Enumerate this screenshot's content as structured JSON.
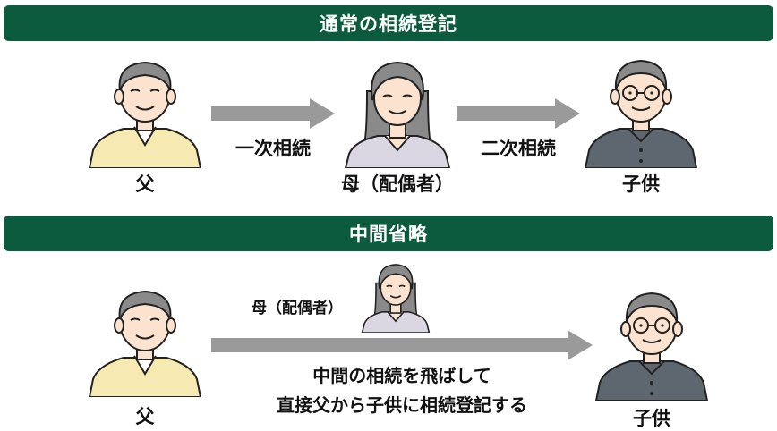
{
  "section1": {
    "title": "通常の相続登記",
    "father_label": "父",
    "mother_label": "母（配偶者）",
    "child_label": "子供",
    "arrow1_label": "一次相続",
    "arrow2_label": "二次相続"
  },
  "section2": {
    "title": "中間省略",
    "father_label": "父",
    "mother_label": "母（配偶者）",
    "child_label": "子供",
    "description_line1": "中間の相続を飛ばして",
    "description_line2": "直接父から子供に相続登記する"
  },
  "colors": {
    "banner": "#0c5b3f",
    "arrow": "#9a9a9a",
    "father_sweater": "#f6eab2",
    "mother_top": "#dad6e2",
    "child_jacket": "#5e6670",
    "hair": "#8a8a8a",
    "skin": "#fbe3cf"
  },
  "icons": {
    "father": "elderly-man-icon",
    "mother": "elderly-woman-icon",
    "child": "man-with-glasses-icon"
  }
}
